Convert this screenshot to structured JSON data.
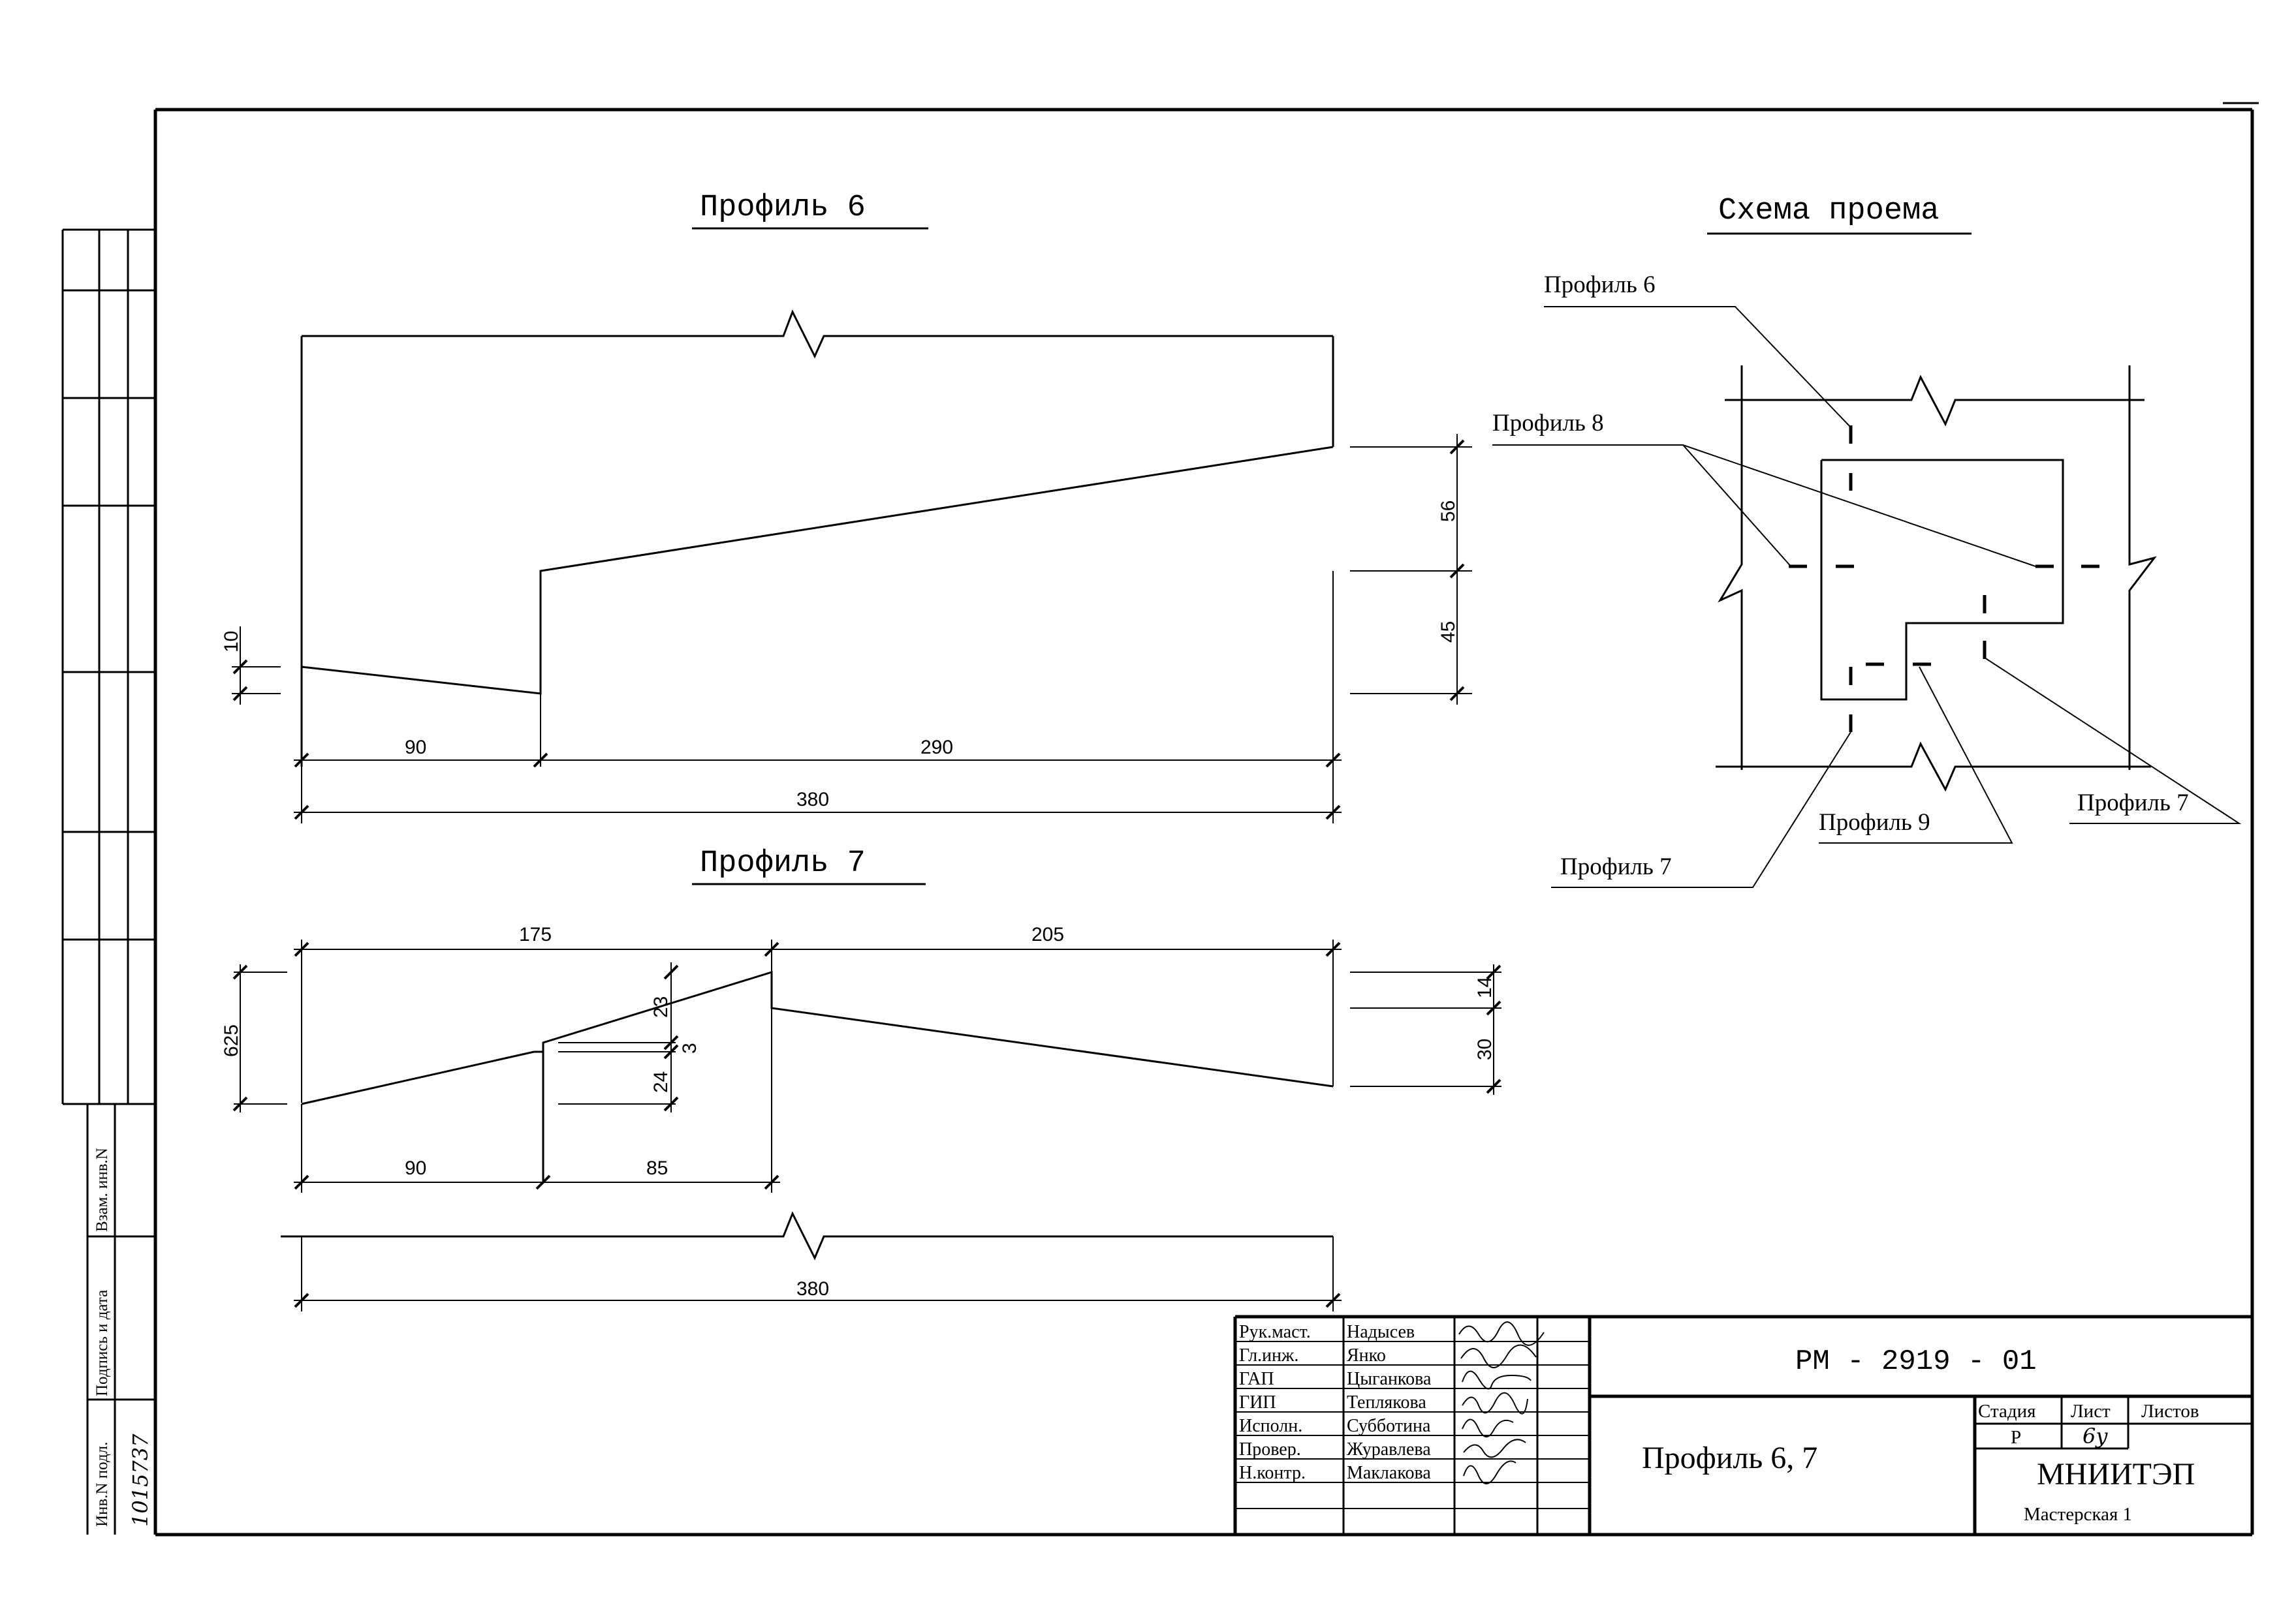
{
  "drawing": {
    "profile6_title": "Профиль  6",
    "profile7_title": "Профиль  7",
    "scheme_title": "Схема проема",
    "profile6_dims": {
      "left_offset": "10",
      "span_left": "90",
      "span_right": "290",
      "total": "380",
      "upper_rise": "56",
      "lower_rise": "45"
    },
    "profile7_dims": {
      "top_left": "175",
      "top_right": "205",
      "left_height": "625",
      "upper_step": "23",
      "small_step": "3",
      "lower_step": "24",
      "right_upper": "14",
      "right_lower": "30",
      "bottom_left": "90",
      "bottom_mid": "85",
      "total": "380"
    },
    "scheme_labels": {
      "p6": "Профиль   6",
      "p8": "Профиль   8",
      "p7_left": "Профиль   7",
      "p9": "Профиль   9",
      "p7_right": "Профиль   7"
    }
  },
  "title_block": {
    "roles": [
      "Рук.маст.",
      "Гл.инж.",
      "ГАП",
      "ГИП",
      "Исполн.",
      "Провер.",
      "Н.контр."
    ],
    "names": [
      "Надысев",
      "Янко",
      "Цыганкова",
      "Теплякова",
      "Субботина",
      "Журавлева",
      "Маклакова"
    ],
    "document_code": "РМ - 2919 - 01",
    "sheet_title": "Профиль   6,   7",
    "stage_header": "Стадия",
    "sheet_header": "Лист",
    "sheets_header": "Листов",
    "stage_value": "Р",
    "sheet_value": "6у",
    "organization": "МНИИТЭП",
    "workshop": "Мастерская  1"
  },
  "side_stamp": {
    "inv_podl": "Инв.N подл.",
    "podpis": "Подпись и дата",
    "vzam": "Взам. инв.N",
    "inv_number": "1015737"
  }
}
